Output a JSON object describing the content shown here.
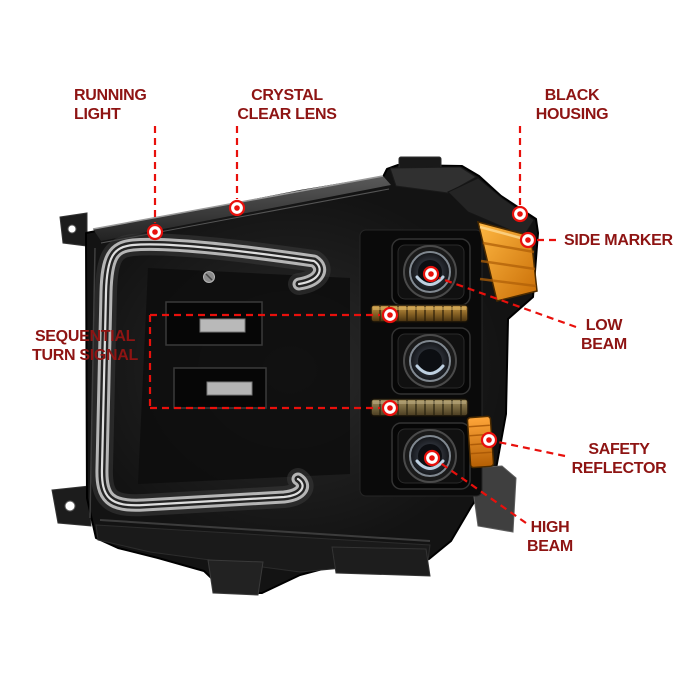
{
  "colors": {
    "label_text": "#8e1413",
    "leader_line": "#e8100c",
    "amber_lens": "#f08a00",
    "housing_black": "#131313",
    "background": "#ffffff"
  },
  "labels": {
    "running_light": {
      "text": "RUNNING\nLIGHT"
    },
    "crystal_clear_lens": {
      "text": "CRYSTAL\nCLEAR LENS"
    },
    "black_housing": {
      "text": "BLACK\nHOUSING"
    },
    "side_marker": {
      "text": "SIDE MARKER"
    },
    "low_beam": {
      "text": "LOW\nBEAM"
    },
    "sequential_turn_signal": {
      "text": "SEQUENTIAL\nTURN SIGNAL"
    },
    "safety_reflector": {
      "text": "SAFETY\nREFLECTOR"
    },
    "high_beam": {
      "text": "HIGH\nBEAM"
    }
  }
}
